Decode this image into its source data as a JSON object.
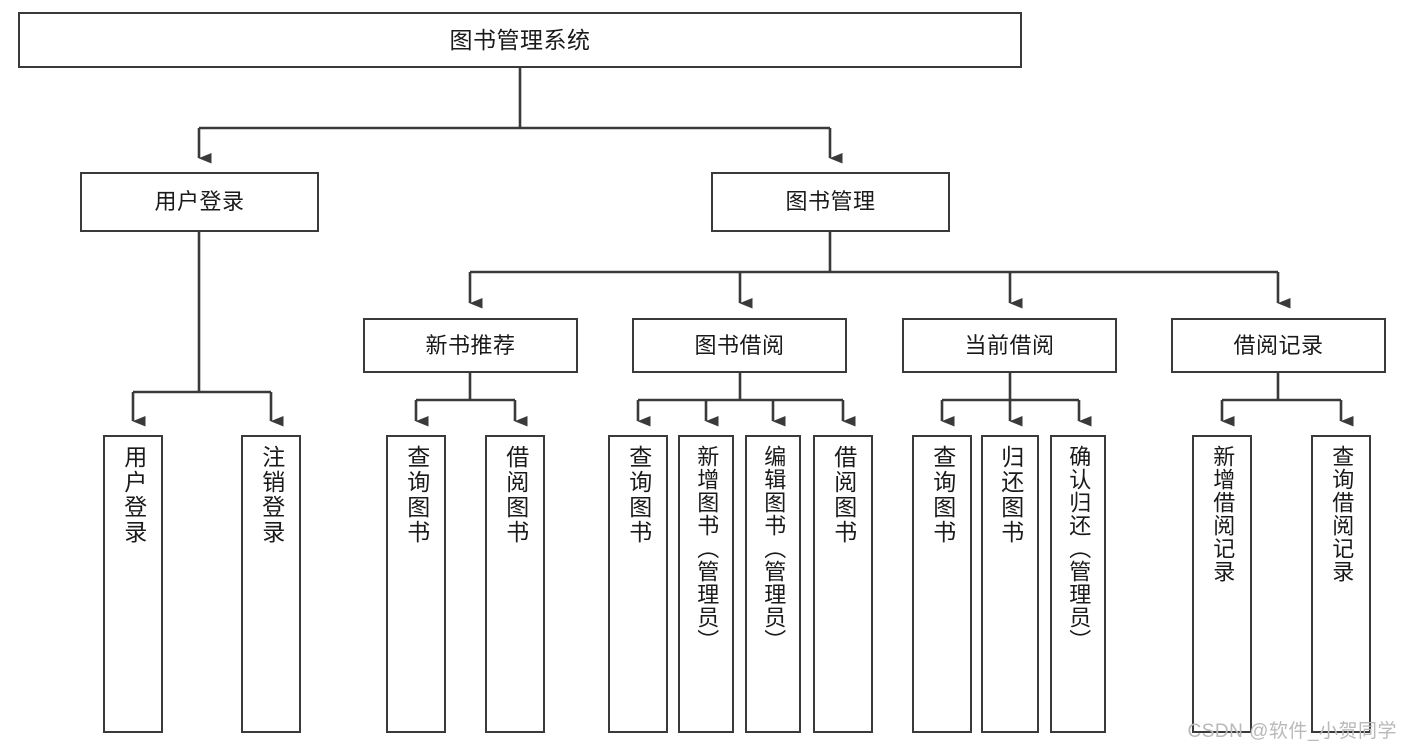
{
  "diagram": {
    "title": "图书管理系统",
    "type": "tree-hierarchy-diagram",
    "style": {
      "border_color": "#3a3a3a",
      "fill_color": "#ffffff",
      "text_color": "#1a1a1a",
      "watermark_color": "#b9b9b9"
    },
    "root": {
      "label": "图书管理系统"
    },
    "level2": [
      {
        "label": "用户登录"
      },
      {
        "label": "图书管理"
      }
    ],
    "level3": [
      {
        "label": "新书推荐"
      },
      {
        "label": "图书借阅"
      },
      {
        "label": "当前借阅"
      },
      {
        "label": "借阅记录"
      }
    ],
    "leaves": {
      "user_login": [
        {
          "label": "用户登录"
        },
        {
          "label": "注销登录"
        }
      ],
      "new_book_recommend": [
        {
          "label": "查询图书"
        },
        {
          "label": "借阅图书"
        }
      ],
      "book_borrow": [
        {
          "label": "查询图书"
        },
        {
          "label": "新增图书（管理员）"
        },
        {
          "label": "编辑图书（管理员）"
        },
        {
          "label": "借阅图书"
        }
      ],
      "current_borrow": [
        {
          "label": "查询图书"
        },
        {
          "label": "归还图书"
        },
        {
          "label": "确认归还（管理员）"
        }
      ],
      "borrow_record": [
        {
          "label": "新增借阅记录"
        },
        {
          "label": "查询借阅记录"
        }
      ]
    }
  },
  "watermark": {
    "text": "CSDN @软件_小贺同学"
  }
}
